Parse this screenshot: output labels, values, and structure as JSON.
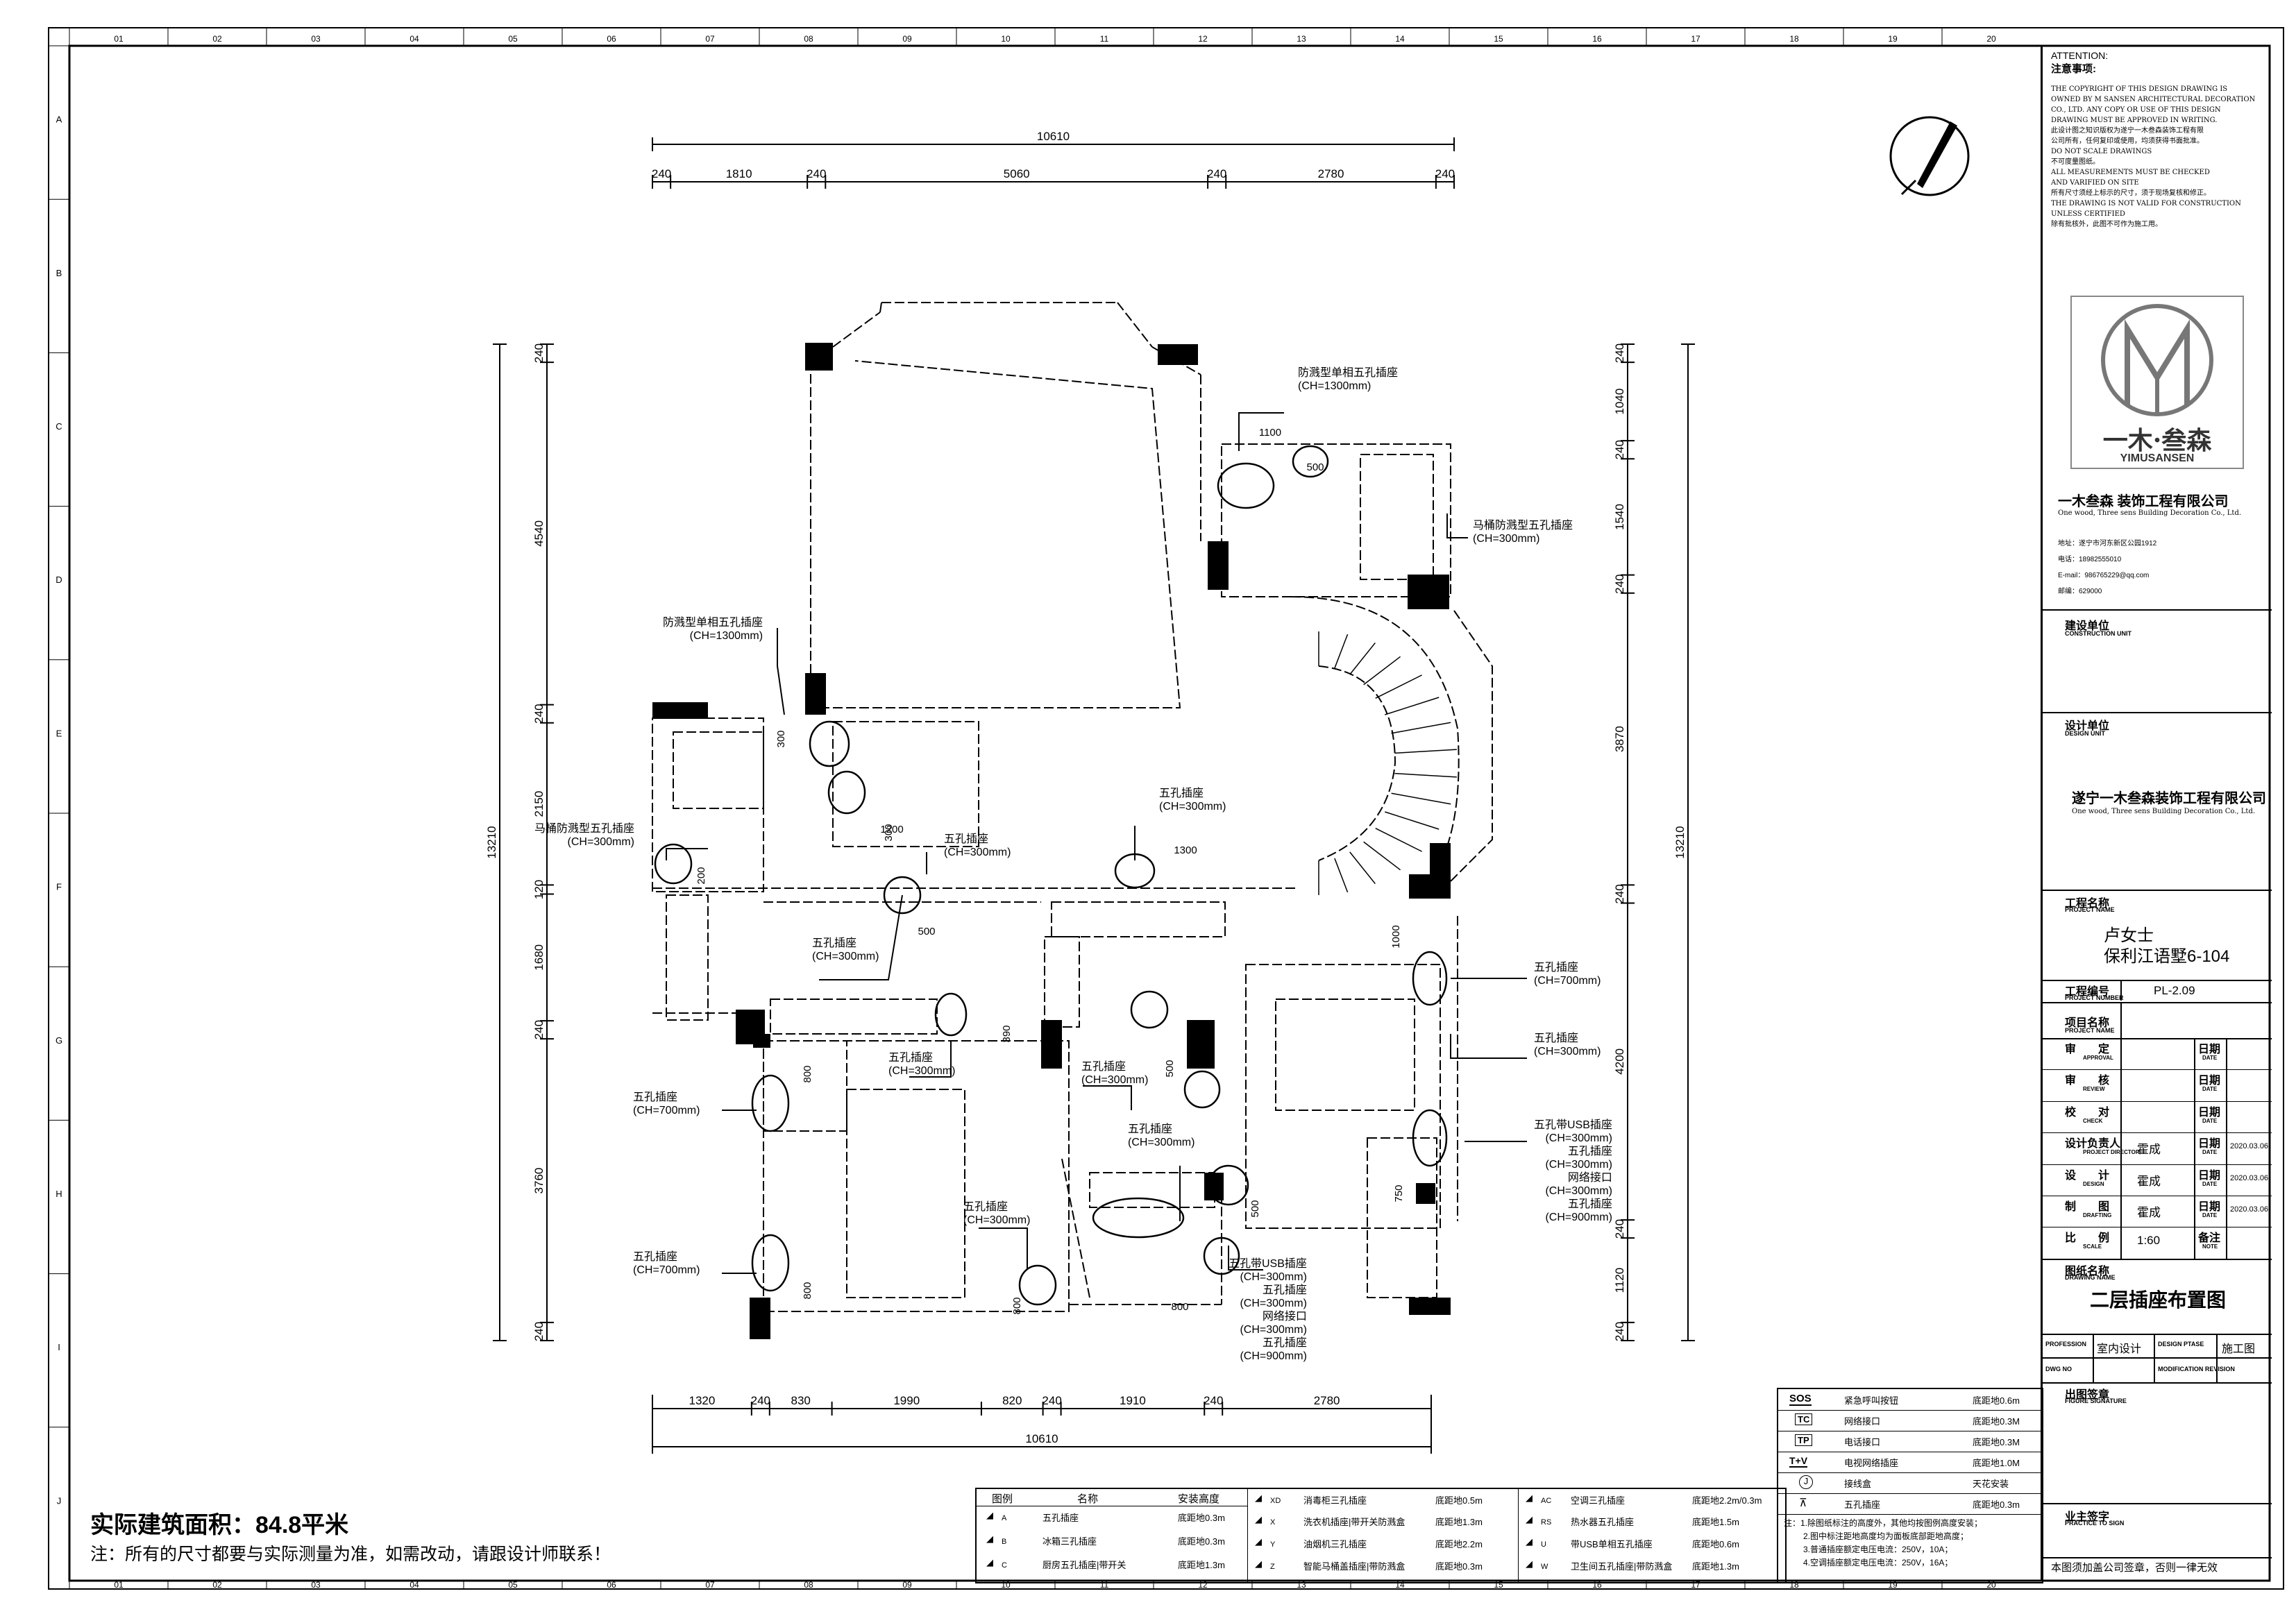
{
  "column_markers": [
    "01",
    "02",
    "03",
    "04",
    "05",
    "06",
    "07",
    "08",
    "09",
    "10",
    "11",
    "12",
    "13",
    "14",
    "15",
    "16",
    "17",
    "18",
    "19",
    "20"
  ],
  "row_markers": [
    "A",
    "B",
    "C",
    "D",
    "E",
    "F",
    "G",
    "H",
    "I",
    "J"
  ],
  "dimensions": {
    "top_total": "10610",
    "top_segments": [
      "240",
      "1810",
      "240",
      "5060",
      "240",
      "2780",
      "240"
    ],
    "bottom_total": "10610",
    "bottom_segments": [
      "1320",
      "240",
      "830",
      "1990",
      "820",
      "240",
      "1910",
      "240",
      "2780"
    ],
    "left_total": "13210",
    "left_segments": [
      "240",
      "4540",
      "240",
      "2150",
      "120",
      "1680",
      "240",
      "3760",
      "240"
    ],
    "right_total": "13210",
    "right_segments": [
      "240",
      "1040",
      "240",
      "1540",
      "240",
      "3870",
      "240",
      "4200",
      "240",
      "1120",
      "240"
    ],
    "inner": [
      "1100",
      "500",
      "300",
      "1300",
      "500",
      "300",
      "1200",
      "200",
      "390",
      "800",
      "800",
      "500",
      "950",
      "500",
      "800",
      "1000",
      "750",
      "800"
    ]
  },
  "annotations": [
    {
      "title": "防溅型单相五孔插座",
      "ch": "(CH=1300mm)"
    },
    {
      "title": "马桶防溅型五孔插座",
      "ch": "(CH=300mm)"
    },
    {
      "title": "防溅型单相五孔插座",
      "ch": "(CH=1300mm)"
    },
    {
      "title": "马桶防溅型五孔插座",
      "ch": "(CH=300mm)"
    },
    {
      "title": "五孔插座",
      "ch": "(CH=300mm)"
    },
    {
      "title": "五孔插座",
      "ch": "(CH=300mm)"
    },
    {
      "title": "五孔插座",
      "ch": "(CH=300mm)"
    },
    {
      "title": "五孔插座",
      "ch": "(CH=700mm)"
    },
    {
      "title": "五孔插座",
      "ch": "(CH=300mm)"
    },
    {
      "title": "五孔插座",
      "ch": "(CH=300mm)"
    },
    {
      "title": "五孔插座",
      "ch": "(CH=700mm)"
    },
    {
      "title": "五孔插座",
      "ch": "(CH=300mm)"
    },
    {
      "title": "五孔插座",
      "ch": "(CH=300mm)"
    },
    {
      "title": "五孔插座",
      "ch": "(CH=300mm)"
    },
    {
      "title": "五孔插座",
      "ch": "(CH=700mm)"
    }
  ],
  "multi_annotations": [
    {
      "lines": [
        "五孔带USB插座",
        "(CH=300mm)",
        "五孔插座",
        "(CH=300mm)",
        "网络接口",
        "(CH=300mm)",
        "五孔插座",
        "(CH=900mm)"
      ]
    },
    {
      "lines": [
        "五孔带USB插座",
        "(CH=300mm)",
        "五孔插座",
        "(CH=300mm)",
        "网络接口",
        "(CH=300mm)",
        "五孔插座",
        "(CH=900mm)"
      ]
    }
  ],
  "area": "实际建筑面积：84.8平米",
  "note": "注：所有的尺寸都要与实际测量为准，如需改动，请跟设计师联系！",
  "legend": {
    "headers": [
      "图例",
      "名称",
      "安装高度"
    ],
    "col1": [
      {
        "code": "A",
        "name": "五孔插座",
        "h": "底距地0.3m"
      },
      {
        "code": "B",
        "name": "冰箱三孔插座",
        "h": "底距地0.3m"
      },
      {
        "code": "C",
        "name": "厨房五孔插座|带开关",
        "h": "底距地1.3m"
      }
    ],
    "col2": [
      {
        "code": "XD",
        "name": "消毒柜三孔插座",
        "h": "底距地0.5m"
      },
      {
        "code": "X",
        "name": "洗衣机插座|带开关防溅盒",
        "h": "底距地1.3m"
      },
      {
        "code": "Y",
        "name": "油烟机三孔插座",
        "h": "底距地2.2m"
      },
      {
        "code": "Z",
        "name": "智能马桶盖插座|带防溅盒",
        "h": "底距地0.3m"
      }
    ],
    "col3": [
      {
        "code": "AC",
        "name": "空调三孔插座",
        "h": "底距地2.2m/0.3m"
      },
      {
        "code": "RS",
        "name": "热水器五孔插座",
        "h": "底距地1.5m"
      },
      {
        "code": "U",
        "name": "带USB单相五孔插座",
        "h": "底距地0.6m"
      },
      {
        "code": "W",
        "name": "卫生间五孔插座|带防溅盒",
        "h": "底距地1.3m"
      }
    ],
    "col4": [
      {
        "code": "SOS",
        "name": "紧急呼叫按钮",
        "h": "底距地0.6m"
      },
      {
        "code": "TC",
        "name": "网络接口",
        "h": "底距地0.3M"
      },
      {
        "code": "TP",
        "name": "电话接口",
        "h": "底距地0.3M"
      },
      {
        "code": "T+V",
        "name": "电视网络插座",
        "h": "底距地1.0M"
      },
      {
        "code": "J",
        "name": "接线盒",
        "h": "天花安装"
      },
      {
        "code": "",
        "name": "五孔插座",
        "h": "底距地0.3m"
      }
    ],
    "footnotes": [
      "注：1.除图纸标注的高度外，其他均按图例高度安装；",
      "2.图中标注距地高度均为面板底部距地高度；",
      "3.普通插座额定电压电流：250V，10A；",
      "4.空调插座额定电压电流：250V，16A；"
    ]
  },
  "title_block": {
    "attention_label": "ATTENTION:",
    "attention_cn": "注意事项:",
    "attention_lines": [
      "THE COPYRIGHT OF THIS DESIGN DRAWING IS",
      "OWNED BY M SANSEN ARCHITECTURAL DECORATION",
      "CO., LTD. ANY COPY OR USE OF THIS DESIGN",
      "DRAWING MUST BE APPROVED IN WRITING.",
      "此设计图之知识版权为遂宁一木叁森装饰工程有限",
      "公司所有，任何复印或使用，均须获得书面批准。",
      "DO NOT SCALE DRAWINGS",
      "不可度量图纸。",
      "ALL MEASUREMENTS MUST BE CHECKED",
      "AND VARIFIED ON SITE",
      "所有尺寸须经上标示的尺寸，须于现场复核和修正。",
      "THE DRAWING IS NOT VALID FOR CONSTRUCTION",
      "UNLESS CERTIFIED",
      "除有批核外，此图不可作为施工用。"
    ],
    "logo_cn": "一木·叁森",
    "logo_en": "YIMUSANSEN",
    "company": "一木叁森  装饰工程有限公司",
    "company_en": "One wood, Three sens Building Decoration Co., Ltd.",
    "contact": [
      "地址：遂宁市河东新区公园1912",
      "电话：18982555010",
      "E-mail：986765229@qq.com",
      "邮编：629000"
    ],
    "construction_unit": "建设单位",
    "construction_unit_en": "CONSTRUCTION UNIT",
    "design_unit": "设计单位",
    "design_unit_en": "DESIGN UNIT",
    "design_company": "遂宁一木叁森装饰工程有限公司",
    "design_company_en": "One wood, Three sens Building Decoration Co., Ltd.",
    "project_label": "工程名称",
    "project_label_en": "PROJECT NAME",
    "project_name_1": "卢女士",
    "project_name_2": "保利江语墅6-104",
    "project_no_label": "工程编号",
    "project_no_label_en": "PROJECT NUMBER",
    "project_no": "PL-2.09",
    "item_label": "项目名称",
    "item_label_en": "PROJECT NAME",
    "approval": "审　　定",
    "approval_en": "APPROVAL",
    "review": "审　　核",
    "review_en": "REVIEW",
    "check": "校　　对",
    "check_en": "CHECK",
    "director": "设计负责人",
    "director_en": "PROJECT DIRECTOR",
    "design": "设　　计",
    "design_en": "DESIGN",
    "drafting": "制　　图",
    "drafting_en": "DRAFTING",
    "scale_label": "比　　例",
    "scale_label_en": "SCALE",
    "date_label": "日期",
    "date_label_en": "DATE",
    "remark_label": "备注",
    "remark_label_en": "NOTE",
    "director_name": "霍成",
    "designer_name": "霍成",
    "drafter_name": "霍成",
    "date_value": "2020.03.06",
    "scale": "1:60",
    "drawing_name_label": "图纸名称",
    "drawing_name_label_en": "DRAWING NAME",
    "drawing_name": "二层插座布置图",
    "profession_en": "PROFESSION",
    "profession": "室内设计",
    "design_phase_en": "DESIGN PTASE",
    "design_phase": "施工图",
    "dwg_no_en": "DWG NO",
    "modification_en": "MODIFICATION REVISION",
    "seal_label": "出图签章",
    "seal_label_en": "FIGURE SIGNATURE",
    "owner_label": "业主签字",
    "owner_label_en": "PRACTICE TO SIGN",
    "valid_note": "本图须加盖公司签章，否则一律无效"
  }
}
